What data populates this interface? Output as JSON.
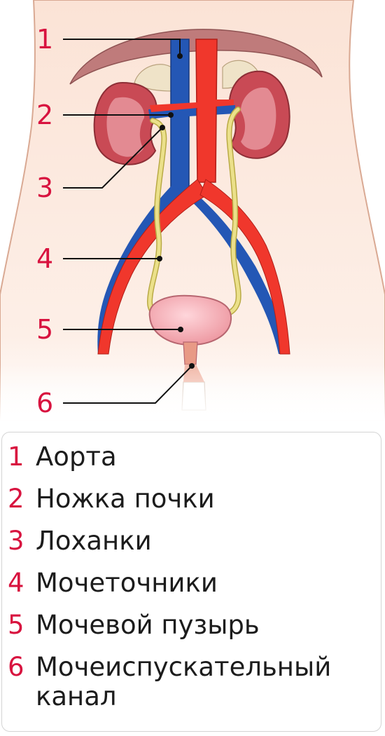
{
  "colors": {
    "accent": "#d8133f",
    "skin": "#fbe6da",
    "artery": "#f0372c",
    "vein": "#2658b4",
    "kidney": "#c5464f",
    "ureter": "#e3d870",
    "bladder": "#f2a0a8"
  },
  "callouts": [
    {
      "num": "1"
    },
    {
      "num": "2"
    },
    {
      "num": "3"
    },
    {
      "num": "4"
    },
    {
      "num": "5"
    },
    {
      "num": "6"
    }
  ],
  "legend": [
    {
      "num": "1",
      "text": "Аорта"
    },
    {
      "num": "2",
      "text": "Ножка почки"
    },
    {
      "num": "3",
      "text": "Лоханки"
    },
    {
      "num": "4",
      "text": "Мочеточники"
    },
    {
      "num": "5",
      "text": "Мочевой пузырь"
    },
    {
      "num": "6",
      "text": "Мочеиспускательный канал"
    }
  ]
}
